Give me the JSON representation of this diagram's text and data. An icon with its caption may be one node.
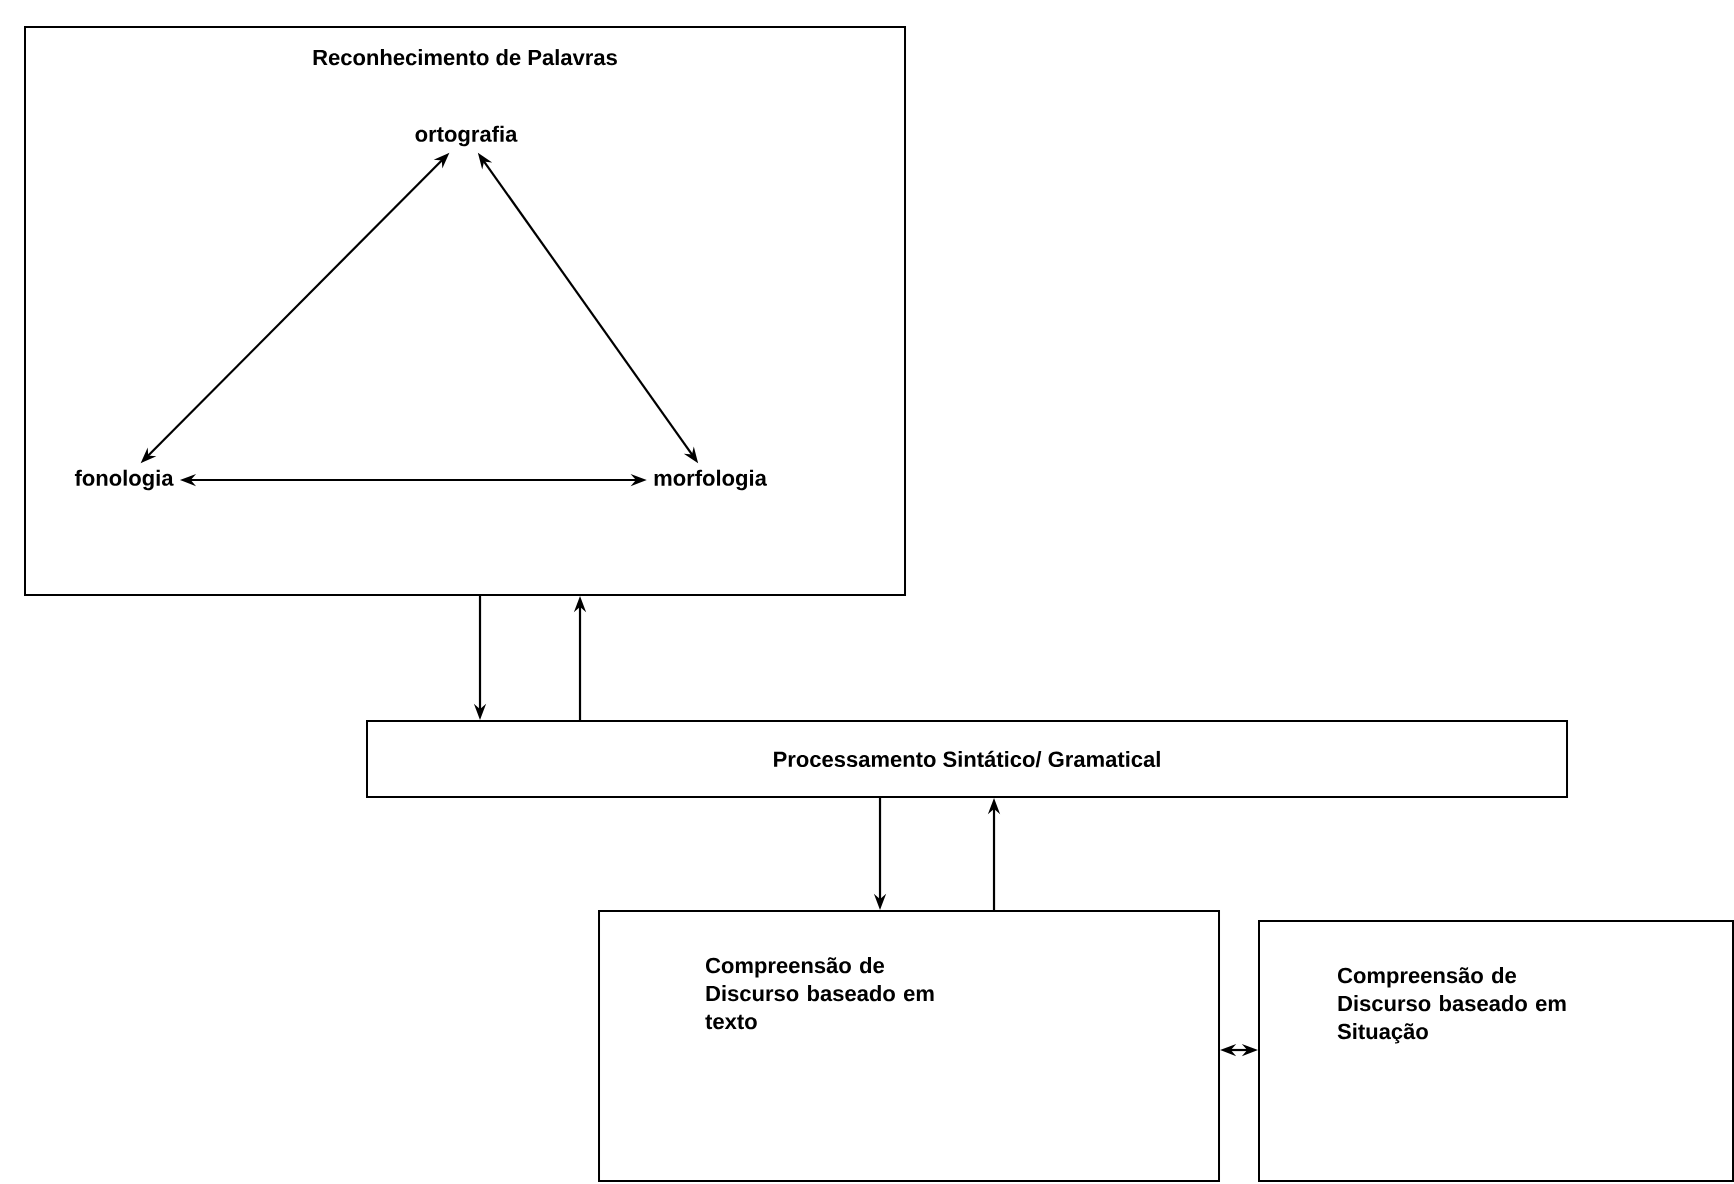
{
  "diagram": {
    "nodes": [
      {
        "text": [
          "Reconhecimento de Palavras"
        ]
      },
      {
        "text": [
          "ortografia"
        ],
        "in": 0
      },
      {
        "text": [
          "fonologia"
        ],
        "in": 0
      },
      {
        "text": [
          "morfologia"
        ],
        "in": 0
      },
      {
        "text": [
          "Processamento Sintático/ Gramatical"
        ]
      },
      {
        "text": [
          "Compreensão de Discurso baseado em texto"
        ]
      },
      {
        "text": [
          "Compreensão de Discurso baseado em Situação"
        ]
      }
    ],
    "edges": [
      {
        "from": 1,
        "to": 2,
        "arrow": "both"
      },
      {
        "from": 1,
        "to": 3,
        "arrow": "both"
      },
      {
        "from": 2,
        "to": 3,
        "arrow": "both"
      },
      {
        "from": 0,
        "to": 4,
        "arrow": "to"
      },
      {
        "from": 4,
        "to": 0,
        "arrow": "to"
      },
      {
        "from": 4,
        "to": 5,
        "arrow": "to"
      },
      {
        "from": 5,
        "to": 4,
        "arrow": "to"
      },
      {
        "from": 5,
        "to": 6,
        "arrow": "both"
      }
    ]
  }
}
